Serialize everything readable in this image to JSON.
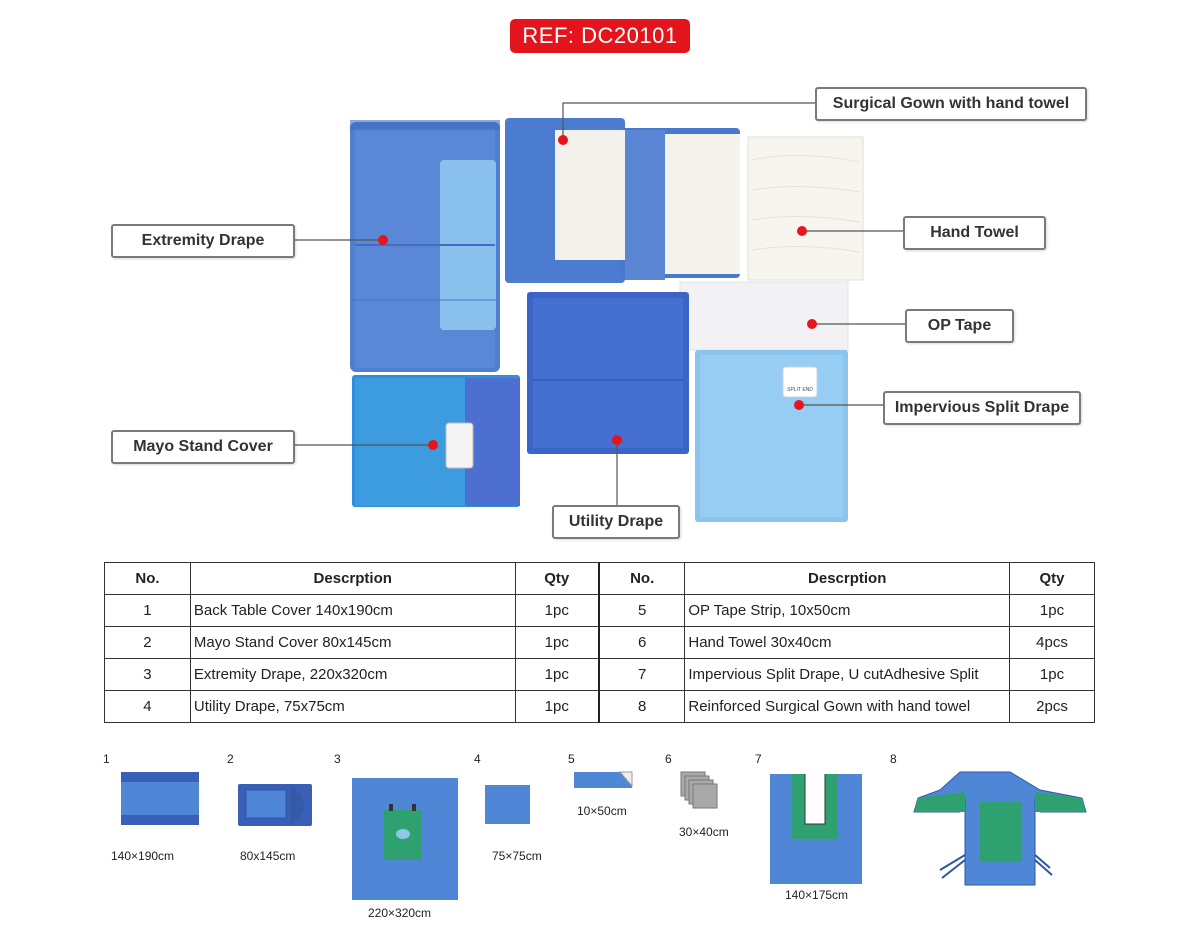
{
  "ref_badge": "REF: DC20101",
  "callouts": {
    "surgical_gown": "Surgical Gown with hand towel",
    "extremity_drape": "Extremity Drape",
    "hand_towel": "Hand Towel",
    "op_tape": "OP Tape",
    "impervious_split": "Impervious Split Drape",
    "mayo_stand": "Mayo Stand Cover",
    "utility_drape": "Utility Drape"
  },
  "colors": {
    "badge_red": "#e3141b",
    "callout_dot": "#e8141c",
    "drape_blue": "#4f7fd1",
    "light_blue": "#8fc8ee",
    "sky_blue": "#3d9be0",
    "green": "#2fa070"
  },
  "table": {
    "headers": [
      "No.",
      "Descrption",
      "Qty",
      "No.",
      "Descrption",
      "Qty"
    ],
    "rows": [
      {
        "no1": "1",
        "desc1": "Back Table Cover 140x190cm",
        "qty1": "1pc",
        "no2": "5",
        "desc2": "OP Tape Strip, 10x50cm",
        "qty2": "1pc"
      },
      {
        "no1": "2",
        "desc1": "Mayo Stand Cover 80x145cm",
        "qty1": "1pc",
        "no2": "6",
        "desc2": "Hand Towel 30x40cm",
        "qty2": "4pcs"
      },
      {
        "no1": "3",
        "desc1": "Extremity Drape, 220x320cm",
        "qty1": "1pc",
        "no2": "7",
        "desc2": "Impervious Split Drape, U cutAdhesive Split",
        "qty2": "1pc"
      },
      {
        "no1": "4",
        "desc1": "Utility Drape, 75x75cm",
        "qty1": "1pc",
        "no2": "8",
        "desc2": "Reinforced Surgical Gown with hand towel",
        "qty2": "2pcs"
      }
    ]
  },
  "diagrams": [
    {
      "num": "1",
      "size": "140×190cm"
    },
    {
      "num": "2",
      "size": "80x145cm"
    },
    {
      "num": "3",
      "size": "220×320cm"
    },
    {
      "num": "4",
      "size": "75×75cm"
    },
    {
      "num": "5",
      "size": "10×50cm"
    },
    {
      "num": "6",
      "size": "30×40cm"
    },
    {
      "num": "7",
      "size": "140×175cm"
    },
    {
      "num": "8",
      "size": ""
    }
  ],
  "package_label": "SPLIT END"
}
